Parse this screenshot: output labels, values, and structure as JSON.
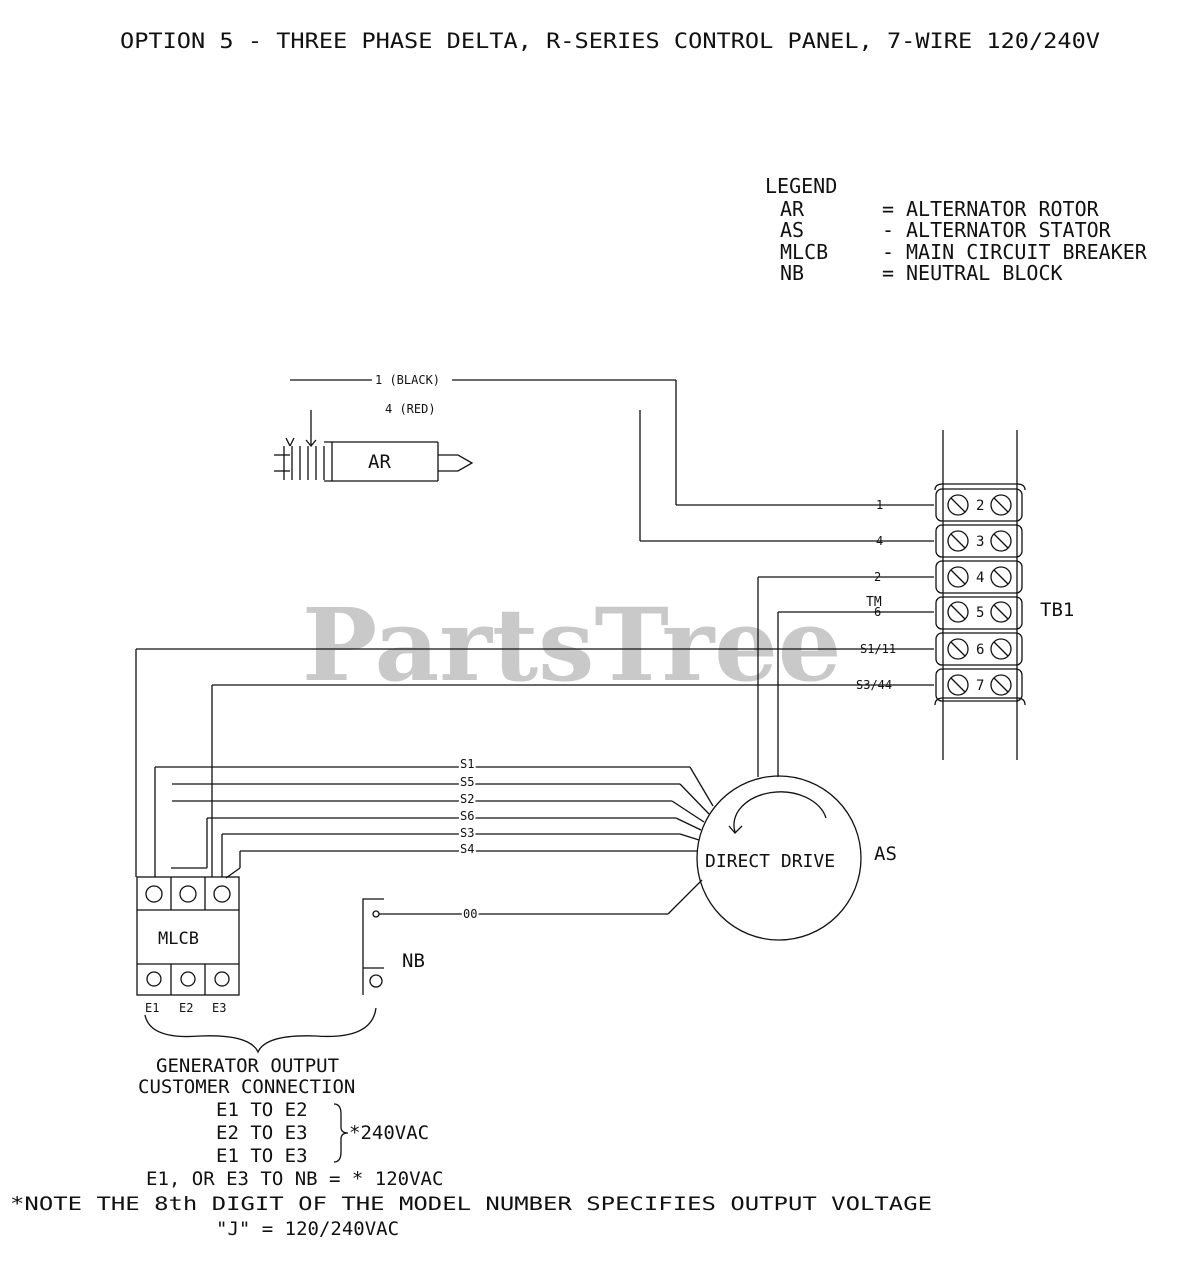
{
  "title": "OPTION 5 - THREE PHASE DELTA, R-SERIES CONTROL PANEL, 7-WIRE 120/240V",
  "watermark": {
    "text": "PartsTree",
    "tm": "TM"
  },
  "legend": {
    "heading": "LEGEND",
    "items": [
      {
        "code": "AR",
        "sep": "=",
        "desc": "ALTERNATOR ROTOR"
      },
      {
        "code": "AS",
        "sep": "-",
        "desc": "ALTERNATOR STATOR"
      },
      {
        "code": "MLCB",
        "sep": "-",
        "desc": "MAIN CIRCUIT BREAKER"
      },
      {
        "code": "NB",
        "sep": "=",
        "desc": "NEUTRAL BLOCK"
      }
    ]
  },
  "rotor": {
    "label": "AR",
    "wire1_label": "1 (BLACK)",
    "wire4_label": "4 (RED)"
  },
  "terminal_block": {
    "label": "TB1",
    "terminals": [
      {
        "number": "2",
        "wire": "1"
      },
      {
        "number": "3",
        "wire": "4"
      },
      {
        "number": "4",
        "wire": "2"
      },
      {
        "number": "5",
        "wire": "6"
      },
      {
        "number": "6",
        "wire": "S1/11"
      },
      {
        "number": "7",
        "wire": "S3/44"
      }
    ]
  },
  "stator": {
    "label": "AS",
    "center_text": "DIRECT DRIVE",
    "leads": [
      "S1",
      "S5",
      "S2",
      "S6",
      "S3",
      "S4"
    ],
    "neutral_lead": "00"
  },
  "breaker": {
    "label": "MLCB",
    "outputs": [
      "E1",
      "E2",
      "E3"
    ]
  },
  "neutral_block": {
    "label": "NB"
  },
  "connection_notes": {
    "heading_1": "GENERATOR OUTPUT",
    "heading_2": "CUSTOMER CONNECTION",
    "line_1": "E1 TO E2",
    "line_2": "E2 TO E3",
    "line_2_value": "*240VAC",
    "line_3": "E1 TO E3",
    "line_4": "E1, OR E3 TO NB = * 120VAC",
    "note": "*NOTE THE 8th DIGIT OF THE MODEL NUMBER SPECIFIES OUTPUT VOLTAGE",
    "voltage_code": "\"J\" = 120/240VAC"
  }
}
